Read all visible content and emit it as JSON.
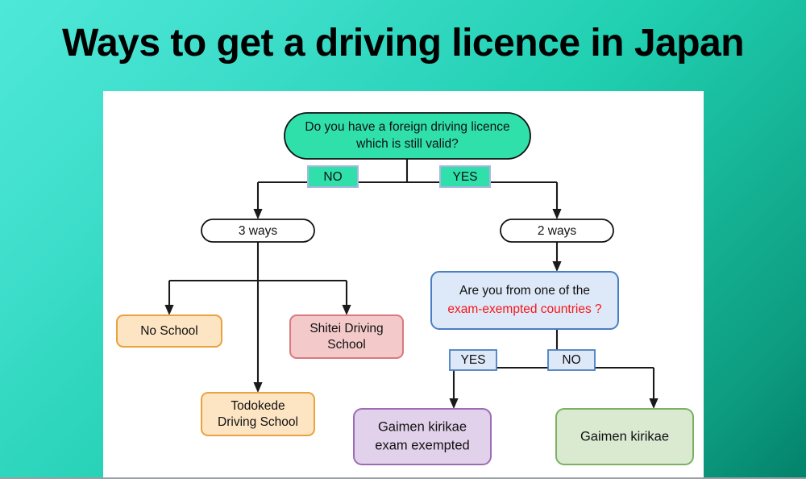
{
  "slide": {
    "title": "Ways to get a driving licence in Japan",
    "background_gradient_from": "#4fe8d8",
    "background_gradient_to": "#03826a",
    "card_background": "#ffffff"
  },
  "chart_data": {
    "type": "diagram",
    "diagram_kind": "flowchart",
    "title": "Ways to get a driving licence in Japan",
    "nodes": [
      {
        "id": "root",
        "label": "Do you have a foreign driving licence which is still valid?",
        "line1": "Do you have a foreign driving licence",
        "line2": "which is still valid?",
        "shape": "stadium",
        "fill": "#2fe0ab",
        "stroke": "#111111",
        "text_color": "#111111"
      },
      {
        "id": "three-ways",
        "label": "3 ways",
        "shape": "stadium",
        "fill": "#ffffff",
        "stroke": "#111111",
        "text_color": "#111111"
      },
      {
        "id": "two-ways",
        "label": "2 ways",
        "shape": "stadium",
        "fill": "#ffffff",
        "stroke": "#111111",
        "text_color": "#111111"
      },
      {
        "id": "no-school",
        "label": "No School",
        "shape": "rounded-rect",
        "fill": "#fde4c3",
        "stroke": "#e8a33d",
        "text_color": "#111111"
      },
      {
        "id": "todokede",
        "label": "Todokede Driving School",
        "line1": "Todokede",
        "line2": "Driving School",
        "shape": "rounded-rect",
        "fill": "#fde4c3",
        "stroke": "#e8a33d",
        "text_color": "#111111"
      },
      {
        "id": "shitei",
        "label": "Shitei Driving School",
        "line1": "Shitei Driving",
        "line2": "School",
        "shape": "rounded-rect",
        "fill": "#f3c9c9",
        "stroke": "#d9797f",
        "text_color": "#111111"
      },
      {
        "id": "exempt-question",
        "label": "Are you from one of the exam-exempted countries ?",
        "line1": "Are you from one of the",
        "line2": "exam-exempted countries ?",
        "line2_color": "#f81717",
        "shape": "rounded-rect",
        "fill": "#dde8f8",
        "stroke": "#4a7fc1",
        "text_color": "#111111"
      },
      {
        "id": "gaimen-exempt",
        "label": "Gaimen kirikae exam exempted",
        "line1": "Gaimen kirikae",
        "line2": "exam exempted",
        "shape": "rounded-rect",
        "fill": "#e2d1ea",
        "stroke": "#9c6cb5",
        "text_color": "#111111"
      },
      {
        "id": "gaimen",
        "label": "Gaimen kirikae",
        "shape": "rounded-rect",
        "fill": "#d9ead1",
        "stroke": "#7cb063",
        "text_color": "#111111"
      }
    ],
    "edge_labels": [
      {
        "id": "root-no",
        "label": "NO",
        "fill": "#2fe0ab",
        "stroke": "#a9b7e0",
        "from": "root",
        "to": "three-ways"
      },
      {
        "id": "root-yes",
        "label": "YES",
        "fill": "#2fe0ab",
        "stroke": "#a9b7e0",
        "from": "root",
        "to": "two-ways"
      },
      {
        "id": "exempt-yes",
        "label": "YES",
        "fill": "#dde8f8",
        "stroke": "#4a7fc1",
        "from": "exempt-question",
        "to": "gaimen-exempt"
      },
      {
        "id": "exempt-no",
        "label": "NO",
        "fill": "#dde8f8",
        "stroke": "#4a7fc1",
        "from": "exempt-question",
        "to": "gaimen"
      }
    ],
    "edges": [
      {
        "from": "root",
        "to": "three-ways",
        "label": "NO"
      },
      {
        "from": "root",
        "to": "two-ways",
        "label": "YES"
      },
      {
        "from": "three-ways",
        "to": "no-school",
        "label": ""
      },
      {
        "from": "three-ways",
        "to": "todokede",
        "label": ""
      },
      {
        "from": "three-ways",
        "to": "shitei",
        "label": ""
      },
      {
        "from": "two-ways",
        "to": "exempt-question",
        "label": ""
      },
      {
        "from": "exempt-question",
        "to": "gaimen-exempt",
        "label": "YES"
      },
      {
        "from": "exempt-question",
        "to": "gaimen",
        "label": "NO"
      }
    ]
  }
}
